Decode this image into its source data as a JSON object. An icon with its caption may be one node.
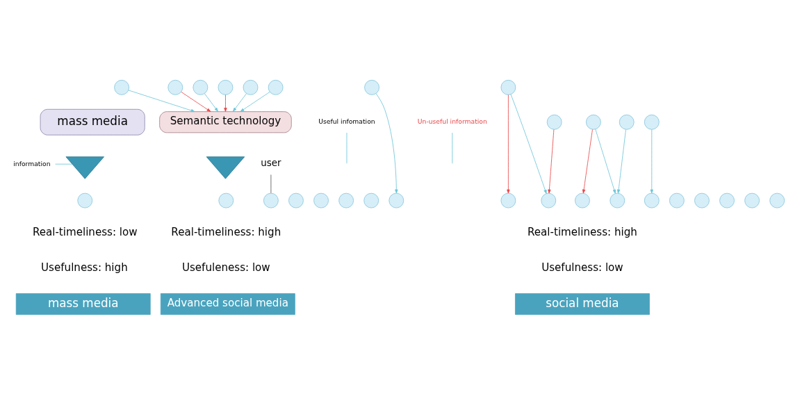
{
  "diagram": {
    "nodes": [
      {
        "text": [
          "mass media"
        ]
      },
      {
        "text": [],
        "shape": "arrow"
      },
      {
        "text": [
          "information"
        ]
      },
      {
        "text": [
          "user"
        ]
      },
      {
        "text": [],
        "shape": "circle"
      },
      {
        "text": [],
        "shape": "circle"
      },
      {
        "text": [],
        "shape": "circle"
      },
      {
        "text": [],
        "shape": "circle"
      },
      {
        "text": [],
        "shape": "circle"
      },
      {
        "text": [],
        "shape": "circle"
      },
      {
        "text": [
          "Useful infomation"
        ]
      },
      {
        "text": [
          "Un-useful information"
        ]
      },
      {
        "text": [],
        "shape": "circle"
      },
      {
        "text": [],
        "shape": "circle"
      },
      {
        "text": [],
        "shape": "circle"
      },
      {
        "text": [],
        "shape": "circle"
      },
      {
        "text": [],
        "shape": "circle"
      },
      {
        "text": [],
        "shape": "circle"
      },
      {
        "text": [],
        "shape": "circle"
      },
      {
        "text": [],
        "shape": "circle"
      },
      {
        "text": [],
        "shape": "circle"
      },
      {
        "text": [],
        "shape": "circle"
      },
      {
        "text": [],
        "shape": "circle"
      },
      {
        "text": [],
        "shape": "circle"
      },
      {
        "text": [],
        "shape": "circle"
      },
      {
        "text": [],
        "shape": "circle"
      },
      {
        "text": [],
        "shape": "circle"
      },
      {
        "text": [],
        "shape": "circle"
      },
      {
        "text": [],
        "shape": "circle"
      },
      {
        "text": [],
        "shape": "circle"
      },
      {
        "text": [
          "Semantic technology"
        ]
      },
      {
        "text": [],
        "shape": "arrow"
      },
      {
        "text": [],
        "shape": "circle"
      },
      {
        "text": [],
        "shape": "circle"
      },
      {
        "text": [],
        "shape": "circle"
      },
      {
        "text": [],
        "shape": "circle"
      },
      {
        "text": [],
        "shape": "circle"
      },
      {
        "text": [],
        "shape": "circle"
      },
      {
        "text": [
          "mass media"
        ]
      },
      {
        "text": [
          "social media"
        ]
      },
      {
        "text": [
          "Advanced social media"
        ]
      }
    ],
    "edges": [
      {
        "from": 2,
        "to": 1,
        "arrow": "none"
      },
      {
        "from": 3,
        "to": 4,
        "arrow": "none",
        "color": "#555555"
      },
      {
        "from": 10,
        "to": null,
        "arrow": "none"
      },
      {
        "from": 11,
        "to": null,
        "arrow": "none"
      },
      {
        "from": 12,
        "to": 20,
        "arrow": "to",
        "color": "#e8474a"
      },
      {
        "from": 12,
        "to": 22,
        "arrow": "to"
      },
      {
        "from": 13,
        "to": 21,
        "arrow": "to"
      },
      {
        "from": 14,
        "to": 18,
        "arrow": "to"
      },
      {
        "from": 15,
        "to": 19,
        "arrow": "to",
        "color": "#e8474a"
      },
      {
        "from": 15,
        "to": 23,
        "arrow": "to"
      },
      {
        "from": 16,
        "to": 22,
        "arrow": "to"
      },
      {
        "from": 17,
        "to": 23,
        "arrow": "to",
        "color": "#e8474a"
      },
      {
        "from": 24,
        "to": 30,
        "arrow": "to"
      },
      {
        "from": 25,
        "to": 30,
        "arrow": "to",
        "color": "#e8474a"
      },
      {
        "from": 26,
        "to": 30,
        "arrow": "to"
      },
      {
        "from": 27,
        "to": 30,
        "arrow": "to",
        "color": "#e8474a"
      },
      {
        "from": 28,
        "to": 30,
        "arrow": "to"
      },
      {
        "from": 29,
        "to": 30,
        "arrow": "to"
      }
    ],
    "labels": [
      "Real-timeliness: low",
      "Real-timeliness: high",
      "Real-timeliness: high",
      "Usefulness: high",
      "Usefulness: low",
      "Usefuleness: low"
    ]
  }
}
